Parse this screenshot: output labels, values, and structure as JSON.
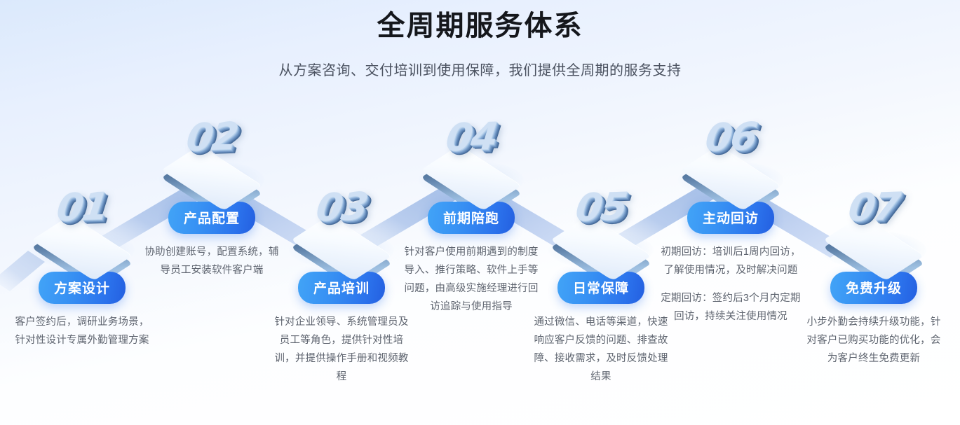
{
  "header": {
    "title": "全周期服务体系",
    "subtitle": "从方案咨询、交付培训到使用保障，我们提供全周期的服务支持"
  },
  "theme": {
    "accent_start": "#42a4f7",
    "accent_end": "#245fe0",
    "background_top": "#dbe9fc",
    "background_bottom": "#ffffff",
    "ribbon_color": "#aac4ea",
    "platform_side": "#4e74a3",
    "number_color": "#cfe0f4",
    "title_color": "#15171c",
    "subtitle_color": "#4b5260",
    "desc_color": "#5e646f"
  },
  "steps": [
    {
      "number": "01",
      "label": "方案设计",
      "paragraphs": [
        "客户签约后，调研业务场景，针对性设计专属外勤管理方案"
      ]
    },
    {
      "number": "02",
      "label": "产品配置",
      "paragraphs": [
        "协助创建账号，配置系统，辅导员工安装软件客户端"
      ]
    },
    {
      "number": "03",
      "label": "产品培训",
      "paragraphs": [
        "针对企业领导、系统管理员及员工等角色，提供针对性培训，并提供操作手册和视频教程"
      ]
    },
    {
      "number": "04",
      "label": "前期陪跑",
      "paragraphs": [
        "针对客户使用前期遇到的制度导入、推行策略、软件上手等问题，由高级实施经理进行回访追踪与使用指导"
      ]
    },
    {
      "number": "05",
      "label": "日常保障",
      "paragraphs": [
        "通过微信、电话等渠道，快速响应客户反馈的问题、排查故障、接收需求，及时反馈处理结果"
      ]
    },
    {
      "number": "06",
      "label": "主动回访",
      "paragraphs": [
        "初期回访：培训后1周内回访，了解使用情况，及时解决问题",
        "定期回访：签约后3个月内定期回访，持续关注使用情况"
      ]
    },
    {
      "number": "07",
      "label": "免费升级",
      "paragraphs": [
        "小步外勤会持续升级功能，针对客户已购买功能的优化，会为客户终生免费更新"
      ]
    }
  ]
}
